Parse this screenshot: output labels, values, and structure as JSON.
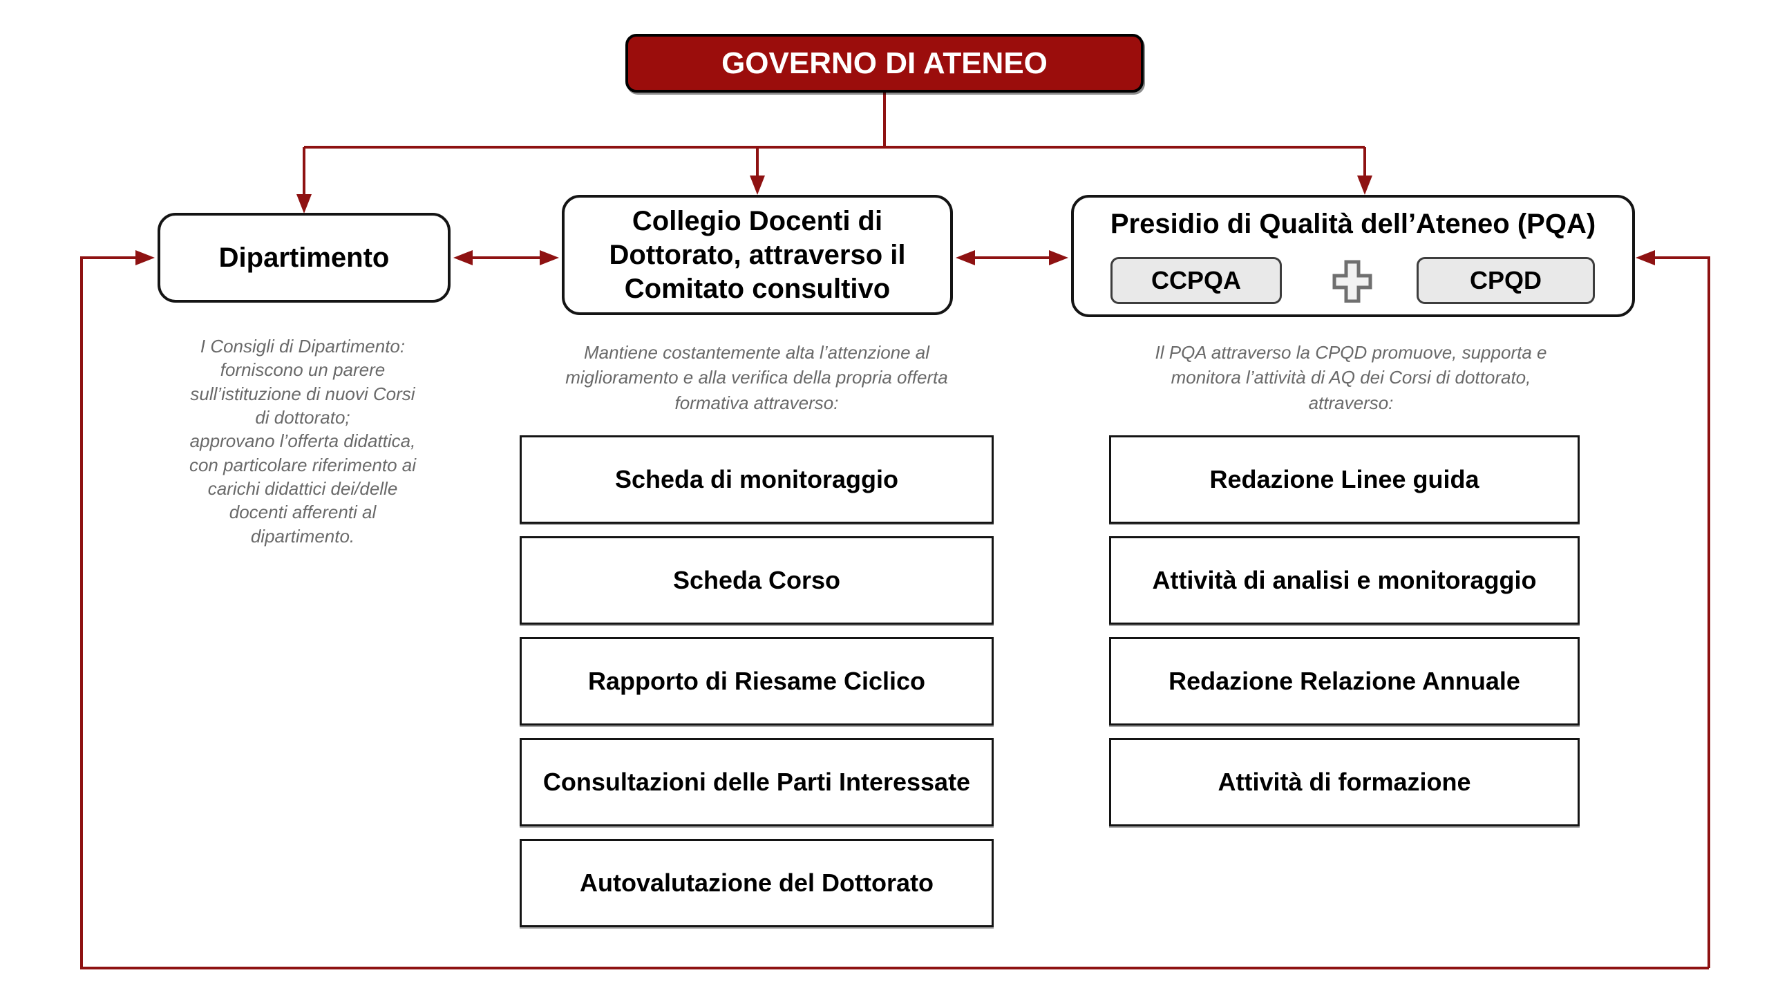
{
  "colors": {
    "accent-red": "#9b0d0c",
    "line-red": "#8e1212",
    "box-border": "#141414",
    "muted-text": "#696969",
    "chip-bg": "#e9e9e9",
    "chip-border": "#3d3d3d",
    "plus-fill": "#f2f2f2",
    "plus-border": "#6f6f6f"
  },
  "header": {
    "title": "GOVERNO DI ATENEO"
  },
  "nodes": {
    "dipartimento": {
      "label": "Dipartimento",
      "note": "I Consigli di Dipartimento:\nforniscono un parere\nsull’istituzione di nuovi Corsi\ndi dottorato;\napprovano l’offerta didattica,\ncon particolare riferimento ai\ncarichi didattici dei/delle\ndocenti afferenti al\ndipartimento."
    },
    "collegio": {
      "line1": "Collegio Docenti di",
      "line2": "Dottorato, attraverso il",
      "line3": "Comitato consultivo",
      "note": "Mantiene costantemente alta l’attenzione al\nmiglioramento e alla verifica della propria offerta\nformativa attraverso:"
    },
    "presidio": {
      "title": "Presidio di Qualità dell’Ateneo (PQA)",
      "chip_left": "CCPQA",
      "chip_right": "CPQD",
      "note": "Il PQA attraverso la CPQD promuove, supporta e\nmonitora l’attività di AQ dei Corsi di dottorato,\nattraverso:"
    }
  },
  "collegio_items": [
    "Scheda di monitoraggio",
    "Scheda Corso",
    "Rapporto di Riesame Ciclico",
    "Consultazioni delle Parti Interessate",
    "Autovalutazione del Dottorato"
  ],
  "presidio_items": [
    "Redazione Linee guida",
    "Attività di analisi e monitoraggio",
    "Redazione Relazione Annuale",
    "Attività di formazione"
  ]
}
